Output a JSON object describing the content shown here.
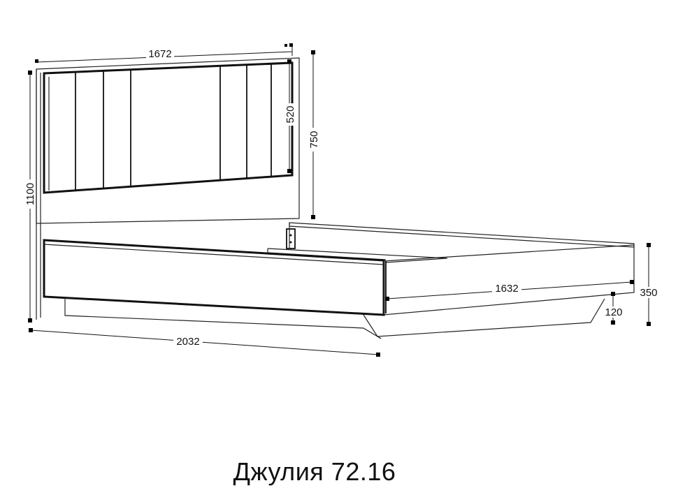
{
  "title": "Джулия 72.16",
  "dimensions": {
    "headboard_width": "1672",
    "overall_height": "1100",
    "panel_height": "520",
    "headboard_height": "750",
    "overall_length": "2032",
    "inner_width": "1632",
    "frame_height": "350",
    "base_height": "120"
  }
}
